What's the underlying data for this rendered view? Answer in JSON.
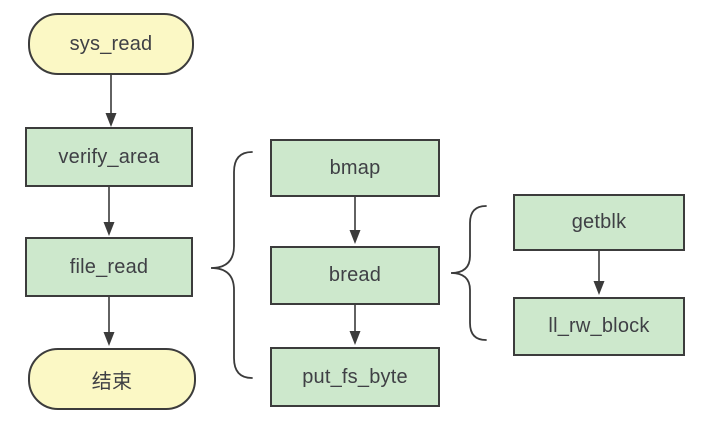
{
  "diagram": {
    "type": "flowchart",
    "colors": {
      "background": "#ffffff",
      "terminal_fill": "#fbf8c5",
      "process_fill": "#cde8cc",
      "stroke": "#3c3c3c",
      "line": "#3b3b3b",
      "text": "#3f4045"
    },
    "nodes": {
      "sys_read": {
        "label": "sys_read",
        "shape": "terminal"
      },
      "verify_area": {
        "label": "verify_area",
        "shape": "process"
      },
      "file_read": {
        "label": "file_read",
        "shape": "process"
      },
      "end": {
        "label": "结束",
        "shape": "terminal"
      },
      "bmap": {
        "label": "bmap",
        "shape": "process"
      },
      "bread": {
        "label": "bread",
        "shape": "process"
      },
      "put_fs_byte": {
        "label": "put_fs_byte",
        "shape": "process"
      },
      "getblk": {
        "label": "getblk",
        "shape": "process"
      },
      "ll_rw_block": {
        "label": "ll_rw_block",
        "shape": "process"
      }
    },
    "edges": [
      {
        "from": "sys_read",
        "to": "verify_area",
        "type": "arrow"
      },
      {
        "from": "verify_area",
        "to": "file_read",
        "type": "arrow"
      },
      {
        "from": "file_read",
        "to": "end",
        "type": "arrow"
      },
      {
        "from": "bmap",
        "to": "bread",
        "type": "arrow"
      },
      {
        "from": "bread",
        "to": "put_fs_byte",
        "type": "arrow"
      },
      {
        "from": "getblk",
        "to": "ll_rw_block",
        "type": "arrow"
      },
      {
        "from": "file_read",
        "to": "bmap, bread, put_fs_byte",
        "type": "brace"
      },
      {
        "from": "bread",
        "to": "getblk, ll_rw_block",
        "type": "brace"
      }
    ]
  }
}
